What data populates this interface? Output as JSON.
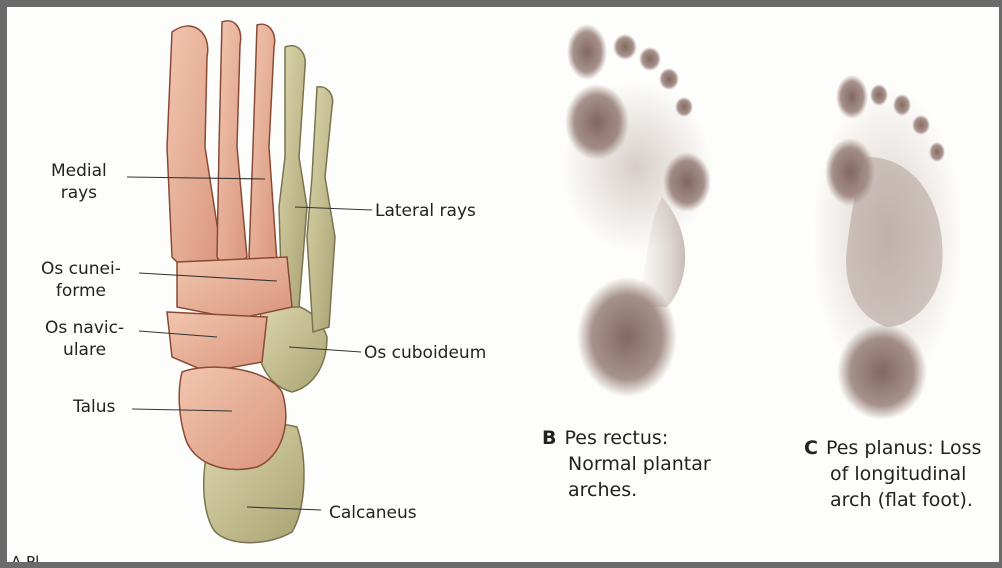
{
  "labels": {
    "medial_rays": [
      "Medial",
      "rays"
    ],
    "os_cuneiforme": [
      "Os cunei-",
      "forme"
    ],
    "os_naviculare": [
      "Os navic-",
      "ulare"
    ],
    "talus": "Talus",
    "lateral_rays": "Lateral rays",
    "os_cuboideum": "Os cuboideum",
    "calcaneus": "Calcaneus",
    "panel_a_fragment": "A  Pl"
  },
  "captions": {
    "b": {
      "letter": "B",
      "lines": [
        "Pes rectus:",
        "Normal plantar",
        "arches."
      ]
    },
    "c": {
      "letter": "C",
      "lines": [
        "Pes planus: Loss",
        "of longitudinal",
        "arch (flat foot)."
      ]
    }
  },
  "colors": {
    "bone_medial": "#e8b49c",
    "bone_lateral": "#c9c398",
    "footprint": "#8a6d66"
  }
}
